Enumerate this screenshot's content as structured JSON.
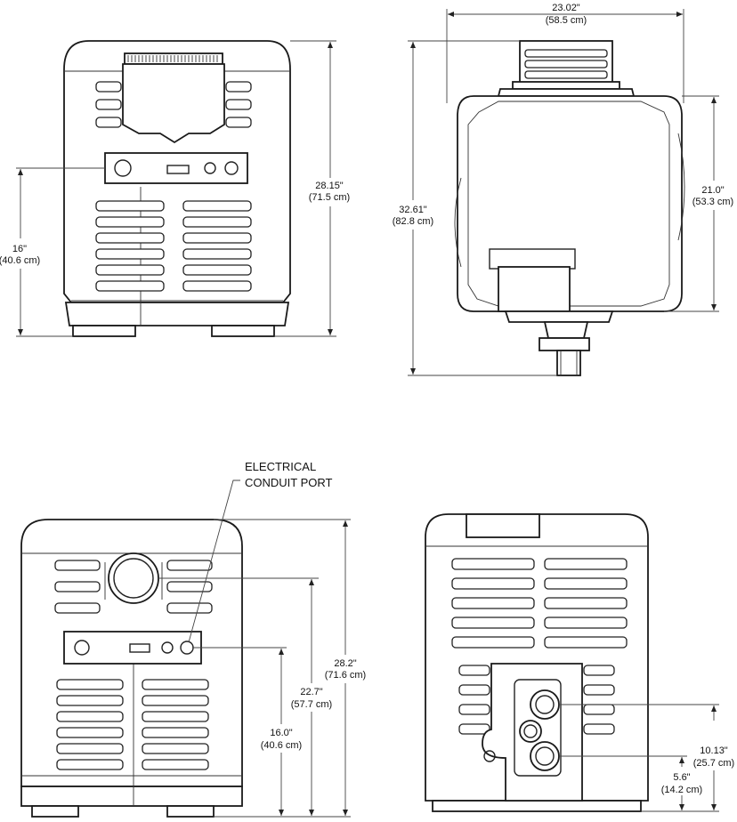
{
  "top_view": {
    "width_in": "23.02\"",
    "width_cm": "(58.5 cm)",
    "overall_in": "32.61\"",
    "overall_cm": "(82.8 cm)",
    "depth_in": "21.0\"",
    "depth_cm": "(53.3 cm)"
  },
  "front_view": {
    "height_in": "28.15\"",
    "height_cm": "(71.5 cm)",
    "panel_in": "16\"",
    "panel_cm": "(40.6 cm)"
  },
  "rear_view": {
    "callout_line1": "ELECTRICAL",
    "callout_line2": "CONDUIT PORT",
    "height_in": "28.2\"",
    "height_cm": "(71.6 cm)",
    "mid_in": "22.7\"",
    "mid_cm": "(57.7 cm)",
    "panel_in": "16.0\"",
    "panel_cm": "(40.6 cm)"
  },
  "side_view": {
    "upper_in": "10.13\"",
    "upper_cm": "(25.7 cm)",
    "lower_in": "5.6\"",
    "lower_cm": "(14.2 cm)"
  }
}
